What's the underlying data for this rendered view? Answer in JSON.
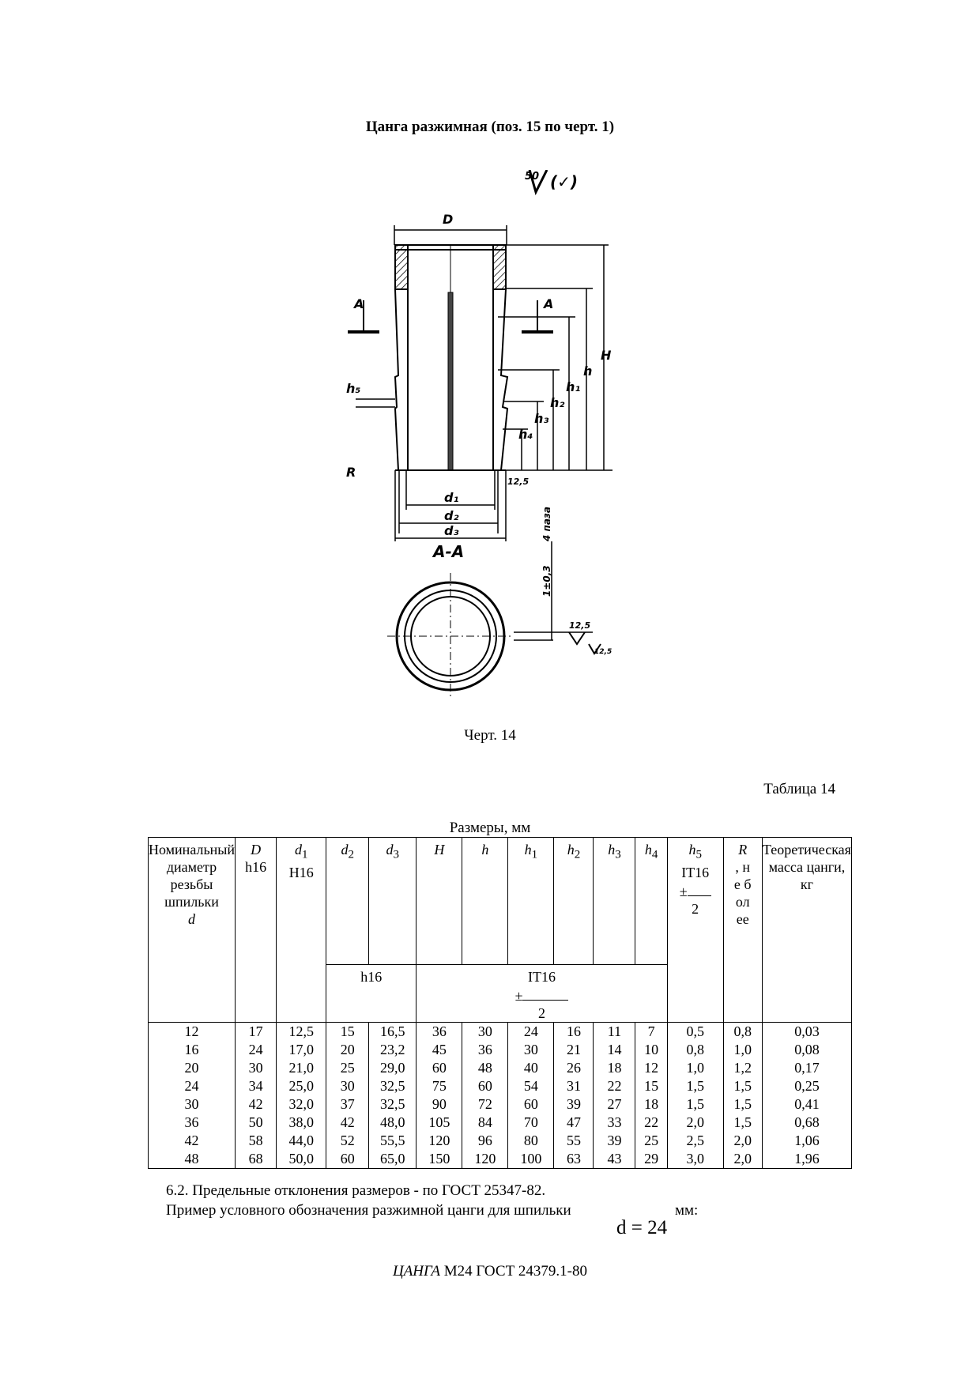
{
  "title": "Цанга разжимная (поз. 15 по черт. 1)",
  "drawing": {
    "roughness_top": "50",
    "roughness_paren": "(✓)",
    "labels": {
      "D": "D",
      "H": "H",
      "h": "h",
      "h1": "h₁",
      "h2": "h₂",
      "h3": "h₃",
      "h4": "h₄",
      "h5": "h₅",
      "A_left": "A",
      "A_right": "A",
      "R": "R",
      "d1": "d₁",
      "d2": "d₂",
      "d3": "d₃",
      "roughness_side": "12,5",
      "section": "A-A",
      "slot": "1±0,3",
      "slot_count": "4 паза",
      "roughness_slot": "12,5",
      "roughness_slot2": "12,5"
    }
  },
  "caption": "Черт. 14",
  "table_number": "Таблица 14",
  "units": "Размеры, мм",
  "table": {
    "headers": {
      "nominal": "Номинальный диаметр резьбы шпильки",
      "nominal_sym": "d",
      "D": "D",
      "D_tol": "h16",
      "d1": "d",
      "d1_sub": "1",
      "d1_tol": "H16",
      "d2": "d",
      "d2_sub": "2",
      "d3": "d",
      "d3_sub": "3",
      "H": "H",
      "h": "h",
      "h1": "h",
      "h1_sub": "1",
      "h2": "h",
      "h2_sub": "2",
      "h3": "h",
      "h3_sub": "3",
      "h4": "h",
      "h4_sub": "4",
      "h5": "h",
      "h5_sub": "5",
      "h5_tol": "IT16",
      "h5_pm": "±",
      "h5_den": "2",
      "R": "R",
      "R_note": ", не более",
      "mass": "Теоретическая масса цанги, кг",
      "h16": "h16",
      "it16": "IT16",
      "it16_pm": "±",
      "it16_den": "2"
    },
    "rows": [
      [
        "12",
        "17",
        "12,5",
        "15",
        "16,5",
        "36",
        "30",
        "24",
        "16",
        "11",
        "7",
        "0,5",
        "0,8",
        "0,03"
      ],
      [
        "16",
        "24",
        "17,0",
        "20",
        "23,2",
        "45",
        "36",
        "30",
        "21",
        "14",
        "10",
        "0,8",
        "1,0",
        "0,08"
      ],
      [
        "20",
        "30",
        "21,0",
        "25",
        "29,0",
        "60",
        "48",
        "40",
        "26",
        "18",
        "12",
        "1,0",
        "1,2",
        "0,17"
      ],
      [
        "24",
        "34",
        "25,0",
        "30",
        "32,5",
        "75",
        "60",
        "54",
        "31",
        "22",
        "15",
        "1,5",
        "1,5",
        "0,25"
      ],
      [
        "30",
        "42",
        "32,0",
        "37",
        "32,5",
        "90",
        "72",
        "60",
        "39",
        "27",
        "18",
        "1,5",
        "1,5",
        "0,41"
      ],
      [
        "36",
        "50",
        "38,0",
        "42",
        "48,0",
        "105",
        "84",
        "70",
        "47",
        "33",
        "22",
        "2,0",
        "1,5",
        "0,68"
      ],
      [
        "42",
        "58",
        "44,0",
        "52",
        "55,5",
        "120",
        "96",
        "80",
        "55",
        "39",
        "25",
        "2,5",
        "2,0",
        "1,06"
      ],
      [
        "48",
        "68",
        "50,0",
        "60",
        "65,0",
        "150",
        "120",
        "100",
        "63",
        "43",
        "29",
        "3,0",
        "2,0",
        "1,96"
      ]
    ]
  },
  "notes": {
    "tolerances": "6.2. Предельные отклонения размеров - по ГОСТ 25347-82.",
    "example": "Пример условного обозначения разжимной цанги для шпильки",
    "example_unit": "мм:",
    "formula": "d = 24",
    "designation_italic": "ЦАНГА",
    "designation_rest": " М24 ГОСТ 24379.1-80"
  }
}
